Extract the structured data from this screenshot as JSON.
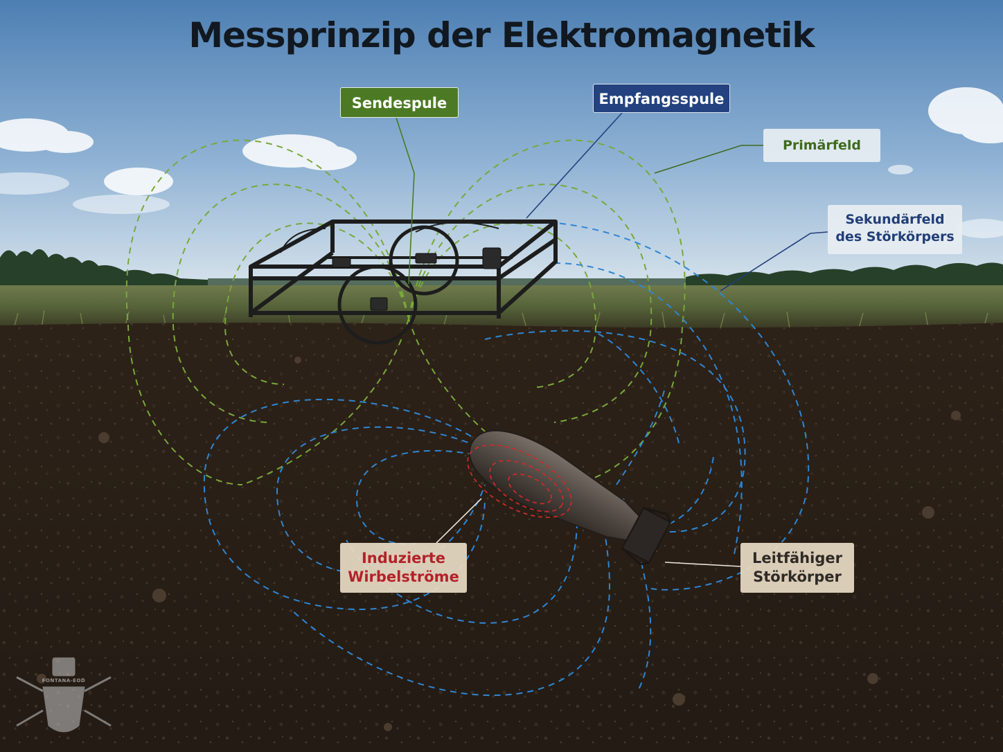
{
  "title": "Messprinzip der Elektromagnetik",
  "labels": {
    "sendespule": "Sendespule",
    "empfangsspule": "Empfangsspule",
    "primaerfeld": "Primärfeld",
    "sekundaerfeld_line1": "Sekundärfeld",
    "sekundaerfeld_line2": "des Störkörpers",
    "wirbelstroeme_line1": "Induzierte",
    "wirbelstroeme_line2": "Wirbelströme",
    "stoerkoerper_line1": "Leitfähiger",
    "stoerkoerper_line2": "Störkörper"
  },
  "logo": {
    "text": "FONTANA-EOD",
    "icon": "eod-bomb-logo-icon"
  },
  "colors": {
    "primary_field": "#79a83a",
    "secondary_field": "#2f86d3",
    "eddy_currents": "#cc2a2a",
    "sendespule_tag": "#4c7a24",
    "empfangsspule_tag": "#23427f",
    "sky_top": "#4d7fb3",
    "soil": "#2b2118"
  }
}
